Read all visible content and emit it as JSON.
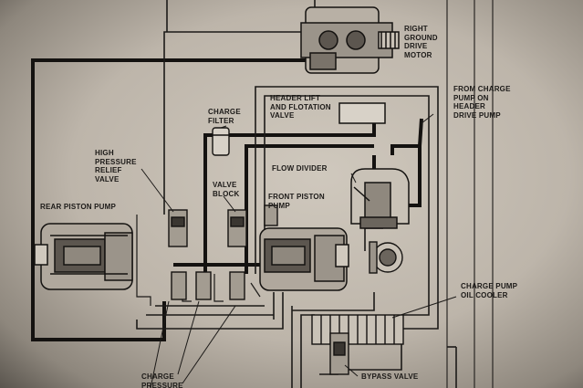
{
  "labels": {
    "right_ground_drive_motor": "RIGHT\nGROUND\nDRIVE\nMOTOR",
    "from_charge_pump": "FROM CHARGE\nPUMP ON\nHEADER\nDRIVE PUMP",
    "header_lift_valve": "HEADER LIFT\nAND FLOTATION\nVALVE",
    "charge_filter": "CHARGE\nFILTER",
    "high_pressure_relief": "HIGH\nPRESSURE\nRELIEF\nVALVE",
    "flow_divider": "FLOW DIVIDER",
    "valve_block": "VALVE\nBLOCK",
    "front_piston_pump": "FRONT PISTON\nPUMP",
    "rear_piston_pump": "REAR PISTON PUMP",
    "charge_pump_oil_cooler": "CHARGE PUMP\nOIL COOLER",
    "charge_pressure": "CHARGE\nPRESSURE",
    "bypass_valve": "BYPASS VALVE"
  },
  "colors": {
    "ink": "#1c1a18",
    "paper": "#c9c2b7"
  }
}
